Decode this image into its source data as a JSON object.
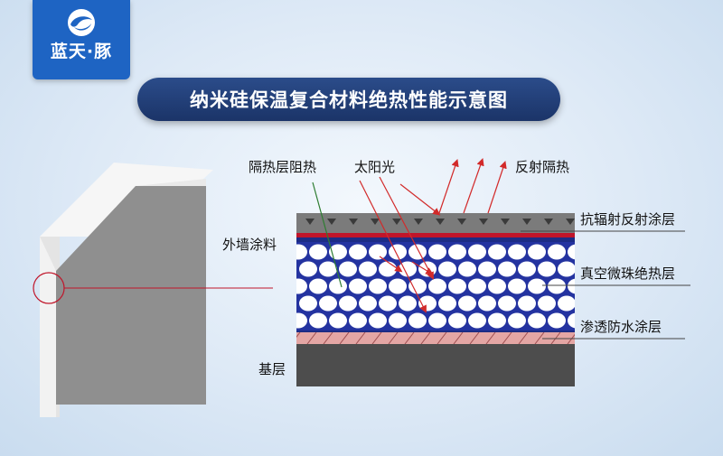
{
  "brand": {
    "logo_text": "蓝天·豚",
    "logo_icon": "dolphin-icon"
  },
  "title": "纳米硅保温复合材料绝热性能示意图",
  "labels": {
    "insulation_block": "隔热层阻热",
    "sunlight": "太阳光",
    "reflect_insulation": "反射隔热",
    "anti_radiation_coating": "抗辐射反射涂层",
    "exterior_wall_coating": "外墙涂料",
    "vacuum_bead_layer": "真空微珠绝热层",
    "waterproof_coating": "渗透防水涂层",
    "base_layer": "基层"
  },
  "colors": {
    "background": "#dde9f6",
    "title_bar": "#1f3a72",
    "logo": "#1e64c3",
    "wall": "#8e8e8e",
    "top_coating": "#7a7a7a",
    "red_line": "#c0152a",
    "blue_line": "#1c2c85",
    "bead_fill": "#2433a0",
    "waterproof": "#e4a6a4",
    "base": "#4d4d4d",
    "arrow": "#d22a2a",
    "green_line": "#2e7d32"
  }
}
